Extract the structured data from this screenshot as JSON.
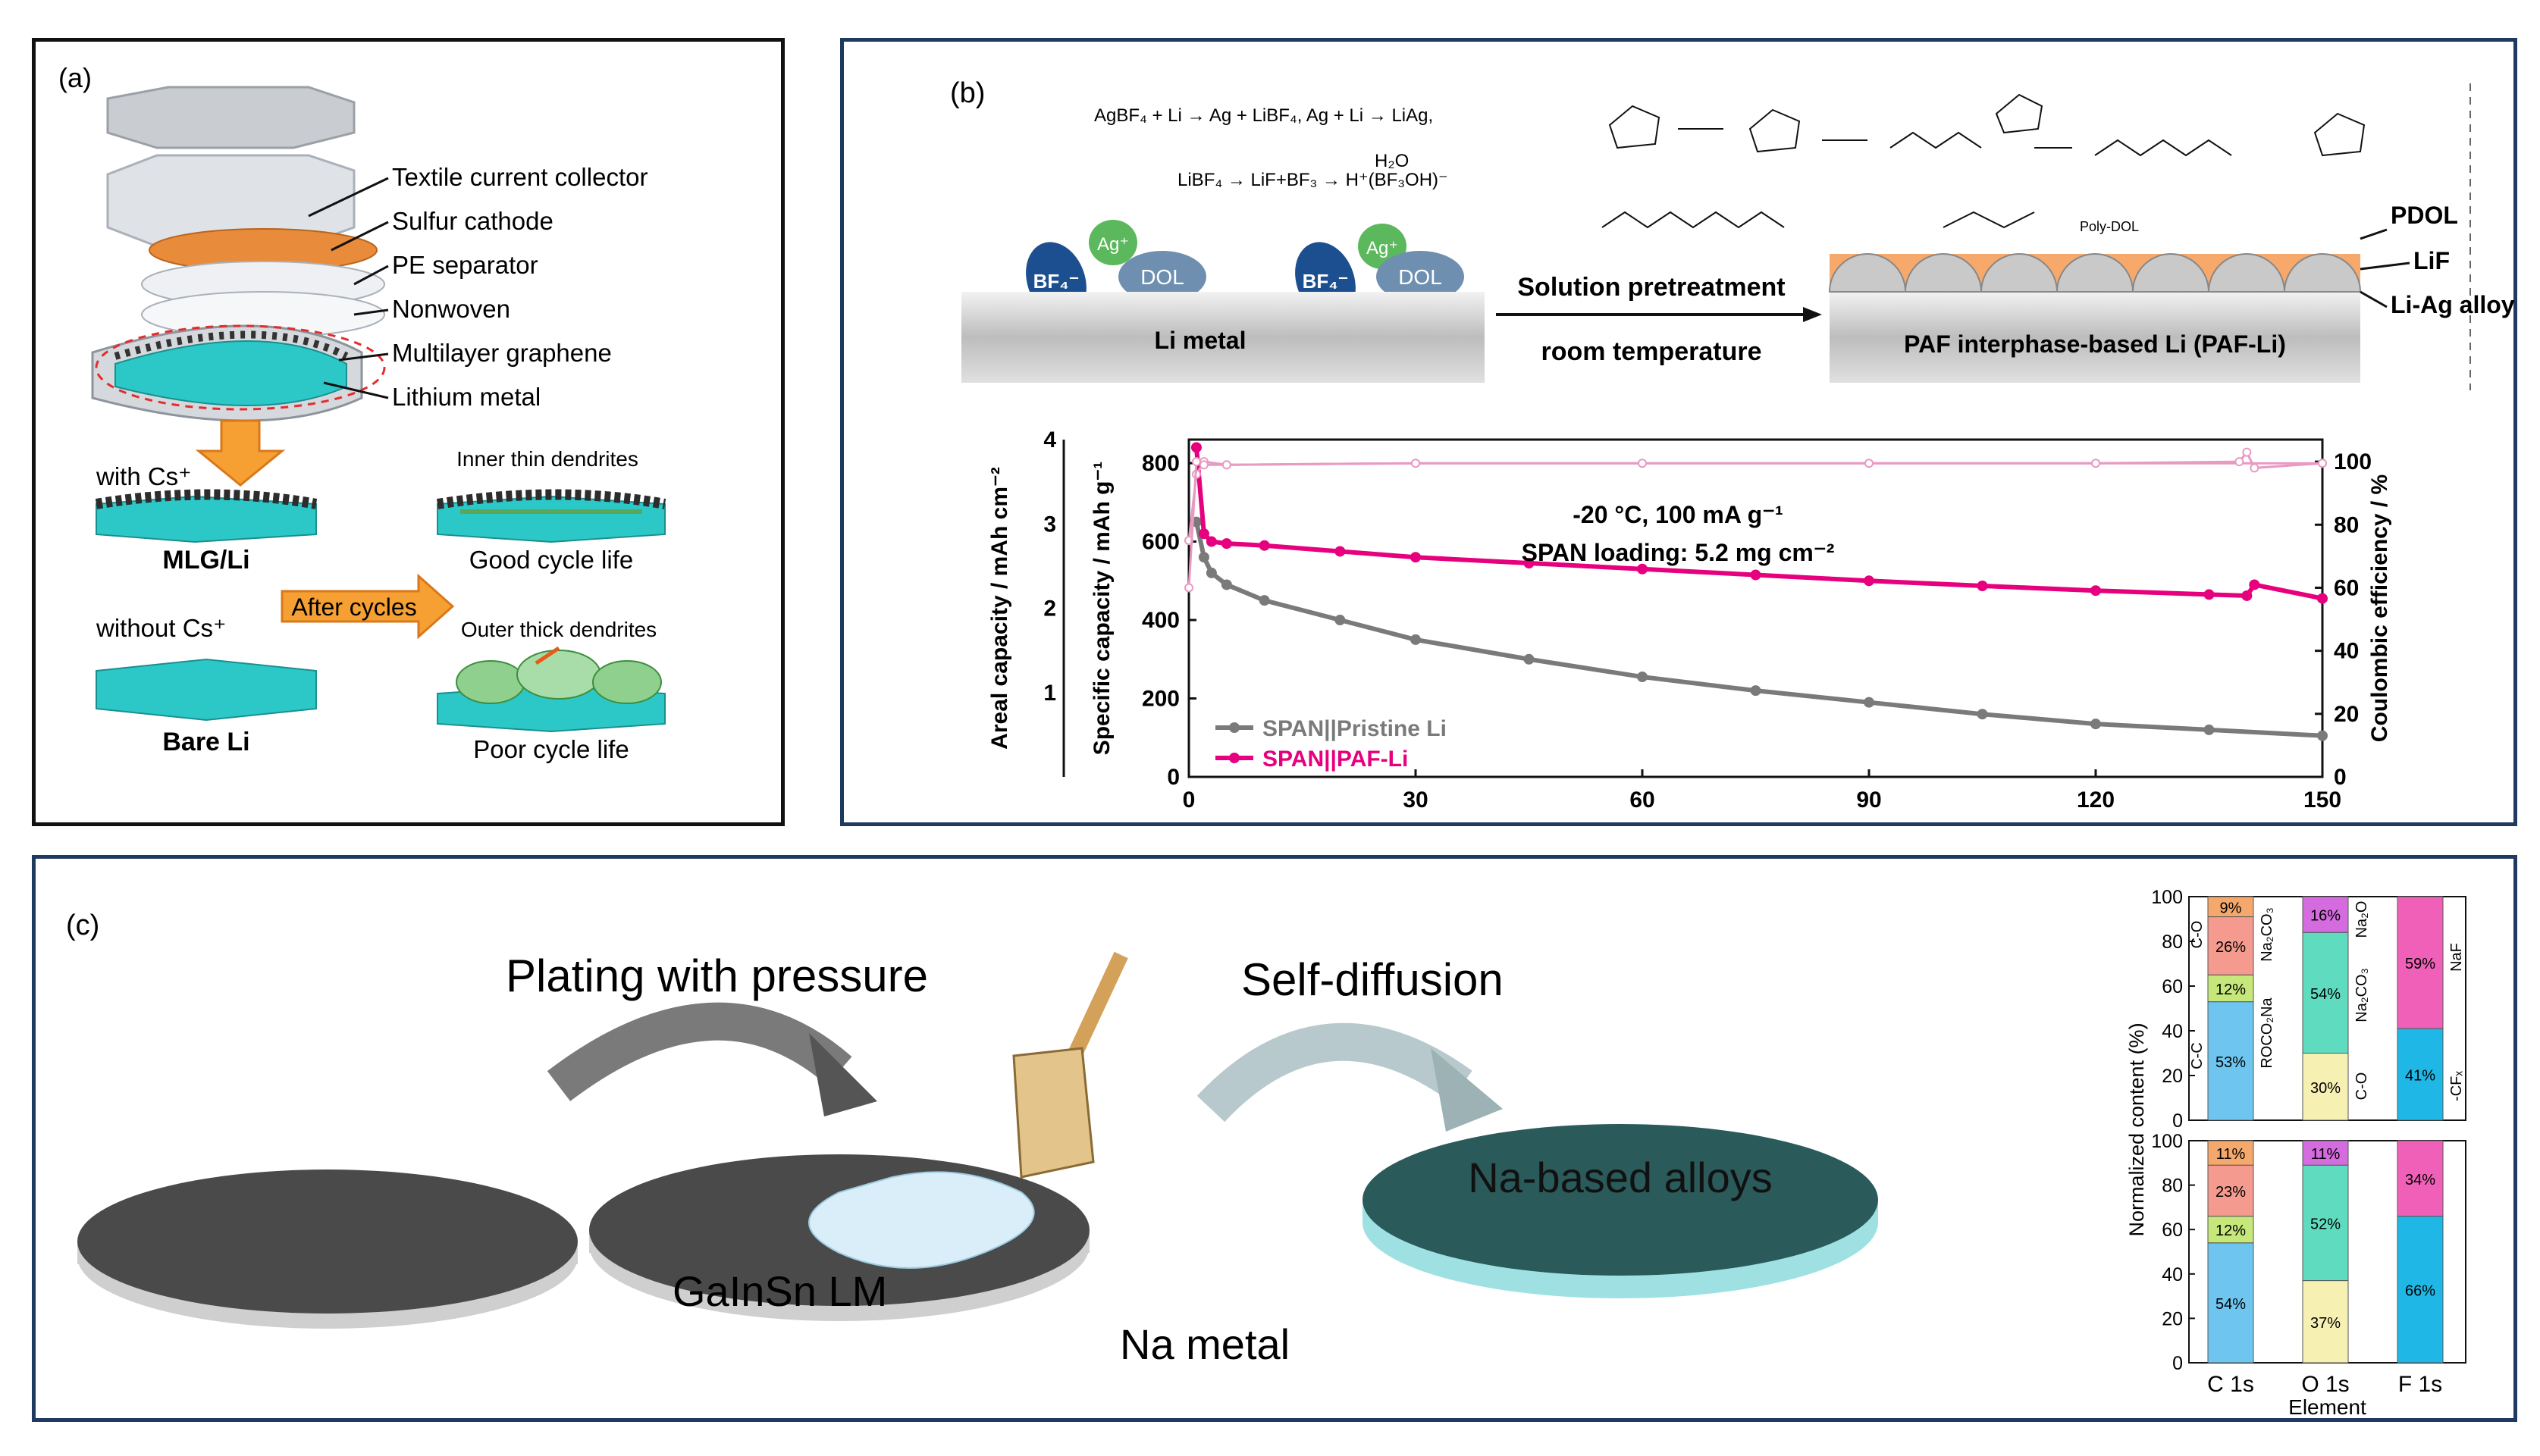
{
  "panel_a": {
    "label": "(a)",
    "layers": [
      "Textile current collector",
      "Sulfur cathode",
      "PE separator",
      "Nonwoven",
      "Multilayer graphene",
      "Lithium metal"
    ],
    "with_cs": "with Cs⁺",
    "without_cs": "without Cs⁺",
    "mlg_li": "MLG/Li",
    "bare_li": "Bare Li",
    "after_cycles": "After cycles",
    "inner_dendrites": "Inner thin dendrites",
    "outer_dendrites": "Outer thick dendrites",
    "good_life": "Good cycle life",
    "poor_life": "Poor cycle life"
  },
  "panel_b": {
    "label": "(b)",
    "rxn1": "AgBF₄ + Li → Ag + LiBF₄, Ag + Li → LiAg,",
    "rxn2": "LiBF₄ → LiF+BF₃ → H⁺(BF₃OH)⁻",
    "h2o": "H₂O",
    "poly_dol": "Poly-DOL",
    "ion_bf4": "BF₄⁻",
    "ion_ag": "Ag⁺",
    "ion_dol": "DOL",
    "li_metal": "Li metal",
    "pretreat": "Solution pretreatment",
    "room_temp": "room temperature",
    "paf_li": "PAF interphase-based Li (PAF-Li)",
    "pdol": "PDOL",
    "lif": "LiF",
    "li_ag": "Li-Ag alloy"
  },
  "chart_b": {
    "type": "line",
    "annotation1": "-20 °C, 100 mA g⁻¹",
    "annotation2": "SPAN loading: 5.2 mg cm⁻²",
    "ylabel_outer": "Areal capacity / mAh cm⁻²",
    "ylabel_left": "Specific capacity / mAh g⁻¹",
    "ylabel_right": "Coulombic efficiency / %",
    "xticks": [
      "0",
      "30",
      "60",
      "90",
      "120",
      "150"
    ],
    "yticks_left": [
      "0",
      "200",
      "400",
      "600",
      "800"
    ],
    "yticks_outer": [
      "1",
      "2",
      "3",
      "4"
    ],
    "yticks_right": [
      "0",
      "20",
      "40",
      "60",
      "80",
      "100"
    ],
    "legend": [
      "SPAN||Pristine Li",
      "SPAN||PAF-Li"
    ],
    "colors": {
      "pristine": "#7a7a7a",
      "paf": "#e6007e",
      "ce": "#e89ac2"
    }
  },
  "chart_data": {
    "type": "line",
    "xlim": [
      0,
      150
    ],
    "ylim": [
      0,
      860
    ],
    "y2lim": [
      0,
      107
    ],
    "series": [
      {
        "name": "SPAN||Pristine Li",
        "x": [
          1,
          2,
          3,
          5,
          10,
          20,
          30,
          45,
          60,
          75,
          90,
          105,
          120,
          135,
          150
        ],
        "values": [
          650,
          560,
          520,
          490,
          450,
          400,
          350,
          300,
          255,
          220,
          190,
          160,
          135,
          120,
          105
        ]
      },
      {
        "name": "SPAN||PAF-Li",
        "x": [
          1,
          2,
          3,
          5,
          10,
          20,
          30,
          45,
          60,
          75,
          90,
          105,
          120,
          135,
          140,
          141,
          150
        ],
        "values": [
          840,
          620,
          600,
          595,
          590,
          575,
          560,
          545,
          530,
          515,
          500,
          487,
          475,
          465,
          462,
          490,
          455
        ]
      },
      {
        "name": "Coulombic efficiency (Pristine Li)",
        "x": [
          0,
          1,
          2,
          5,
          30,
          60,
          90,
          120,
          150
        ],
        "values": [
          75,
          96,
          100,
          99,
          99.5,
          99.5,
          99.5,
          99.5,
          99.5
        ]
      },
      {
        "name": "Coulombic efficiency (PAF-Li)",
        "x": [
          0,
          1,
          2,
          5,
          30,
          60,
          90,
          120,
          139,
          140,
          141,
          150
        ],
        "values": [
          60,
          100,
          99,
          99,
          99.5,
          99.5,
          99.5,
          99.5,
          100,
          103,
          98,
          99.5
        ]
      }
    ]
  },
  "panel_c": {
    "label": "(c)",
    "plating": "Plating with pressure",
    "diffusion": "Self-diffusion",
    "liquid_metal": "GaInSn LM",
    "na_metal": "Na metal",
    "alloys": "Na-based alloys"
  },
  "chart_c": {
    "ylabel": "Normalized content (%)",
    "xlabel": "Element",
    "categories": [
      "C 1s",
      "O 1s",
      "F 1s"
    ],
    "yticks": [
      "0",
      "20",
      "40",
      "60",
      "80",
      "100"
    ],
    "top_labels": {
      "c_side1": "C-C",
      "c_side2": "C-O",
      "c_side3": "ROCO₂Na",
      "c_side4": "Na₂CO₃",
      "o_side1": "C-O",
      "o_side2": "Na₂CO₃",
      "o_side3": "Na₂O",
      "f_side1": "-CFₓ",
      "f_side2": "NaF"
    },
    "top": {
      "C": [
        53,
        12,
        26,
        9
      ],
      "O": [
        30,
        54,
        16
      ],
      "F": [
        41,
        59
      ]
    },
    "bottom": {
      "C": [
        54,
        12,
        23,
        11
      ],
      "O": [
        37,
        52,
        11
      ],
      "F": [
        66,
        34
      ]
    },
    "colors": [
      "#6ec6f0",
      "#c6e87a",
      "#f49a8e",
      "#f5a86b",
      "#f7f0b3",
      "#5fdcc0",
      "#d46ce0",
      "#1fb8e6",
      "#f060b8"
    ]
  }
}
